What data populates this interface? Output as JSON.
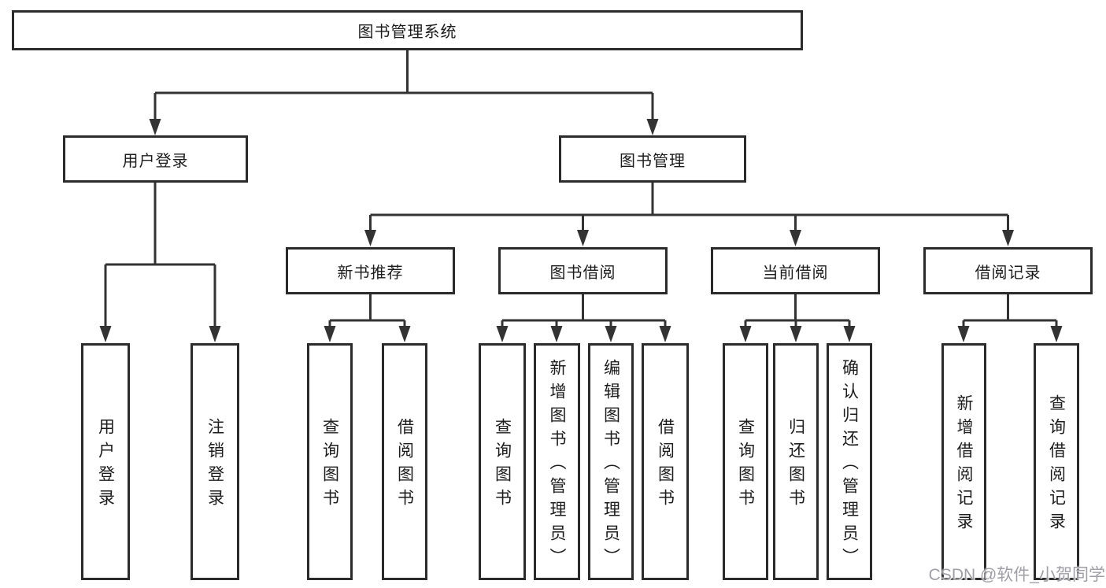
{
  "diagram": {
    "root": {
      "label": "图书管理系统"
    },
    "branches": [
      {
        "label": "用户登录",
        "children": [
          {
            "label": "用户登录"
          },
          {
            "label": "注销登录"
          }
        ]
      },
      {
        "label": "图书管理",
        "children": [
          {
            "label": "新书推荐",
            "children": [
              {
                "label": "查询图书"
              },
              {
                "label": "借阅图书"
              }
            ]
          },
          {
            "label": "图书借阅",
            "children": [
              {
                "label": "查询图书"
              },
              {
                "label": "新增图书（管理员）"
              },
              {
                "label": "编辑图书（管理员）"
              },
              {
                "label": "借阅图书"
              }
            ]
          },
          {
            "label": "当前借阅",
            "children": [
              {
                "label": "查询图书"
              },
              {
                "label": "归还图书"
              },
              {
                "label": "确认归还（管理员）"
              }
            ]
          },
          {
            "label": "借阅记录",
            "children": [
              {
                "label": "新增借阅记录"
              },
              {
                "label": "查询借阅记录"
              }
            ]
          }
        ]
      }
    ]
  },
  "watermark": {
    "text": "CSDN @软件_小贺同学"
  },
  "colors": {
    "line": "#333333",
    "box_border": "#2b2b2b",
    "text": "#1c1c1c",
    "watermark": "#9a9aa0",
    "background": "#ffffff"
  }
}
